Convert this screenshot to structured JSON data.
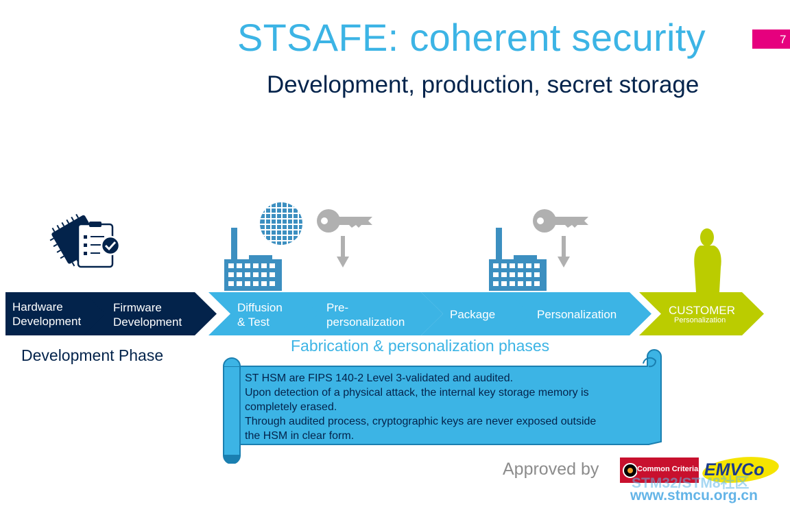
{
  "header": {
    "title": "STSAFE: coherent security",
    "subtitle": "Development, production, secret storage",
    "page_number": "7"
  },
  "process": {
    "steps": [
      {
        "line1": "Hardware",
        "line2": "Development"
      },
      {
        "line1": "Firmware",
        "line2": "Development"
      },
      {
        "line1": "Diffusion",
        "line2": "& Test"
      },
      {
        "line1": "Pre-",
        "line2": "personalization"
      },
      {
        "line1": "Package"
      },
      {
        "line1": "Personalization"
      },
      {
        "line1": "CUSTOMER",
        "line2": "Personalization"
      }
    ],
    "development_label": "Development Phase",
    "fabrication_label": "Fabrication & personalization phases"
  },
  "scroll": {
    "lines": [
      "ST HSM are FIPS 140-2 Level 3-validated and audited.",
      "Upon detection of a physical attack, the internal key storage memory is",
      "completely erased.",
      "Through audited process, cryptographic keys are never exposed outside",
      "the HSM in clear form."
    ]
  },
  "footer": {
    "approved_label": "Approved by",
    "common_criteria": "Common Criteria",
    "emvco": "EMVCo",
    "watermark_line1": "STM32/STM8社区",
    "watermark_line2": "www.stmcu.org.cn"
  },
  "colors": {
    "dark_navy": "#03234b",
    "light_blue": "#3cb4e5",
    "lime": "#bbcc00",
    "magenta": "#e6007e",
    "gray_icon": "#b0b0b0"
  },
  "icons": [
    "chip-checklist-icon",
    "factory-icon",
    "wafer-icon",
    "key-icon",
    "arrow-down-icon",
    "customer-person-icon"
  ]
}
